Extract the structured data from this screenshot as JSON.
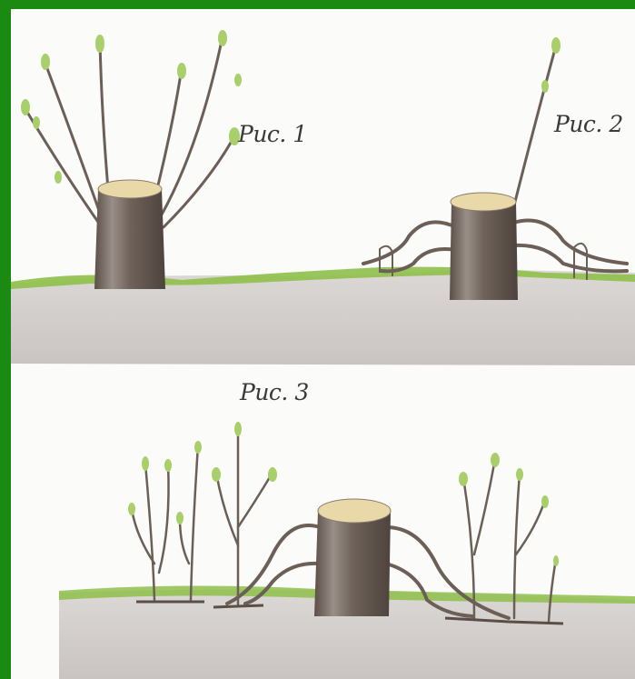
{
  "figures": [
    {
      "caption": "Рис. 1"
    },
    {
      "caption": "Рис. 2"
    },
    {
      "caption": "Рис. 3"
    }
  ],
  "colors": {
    "frame": "#1a8a12",
    "paper": "#fbfbf9",
    "soil": "#d8d4d2",
    "grass": "#8ec04a",
    "stump": "#6f625a",
    "stump_top": "#ead9a8",
    "leaf": "#a9cf6a"
  }
}
